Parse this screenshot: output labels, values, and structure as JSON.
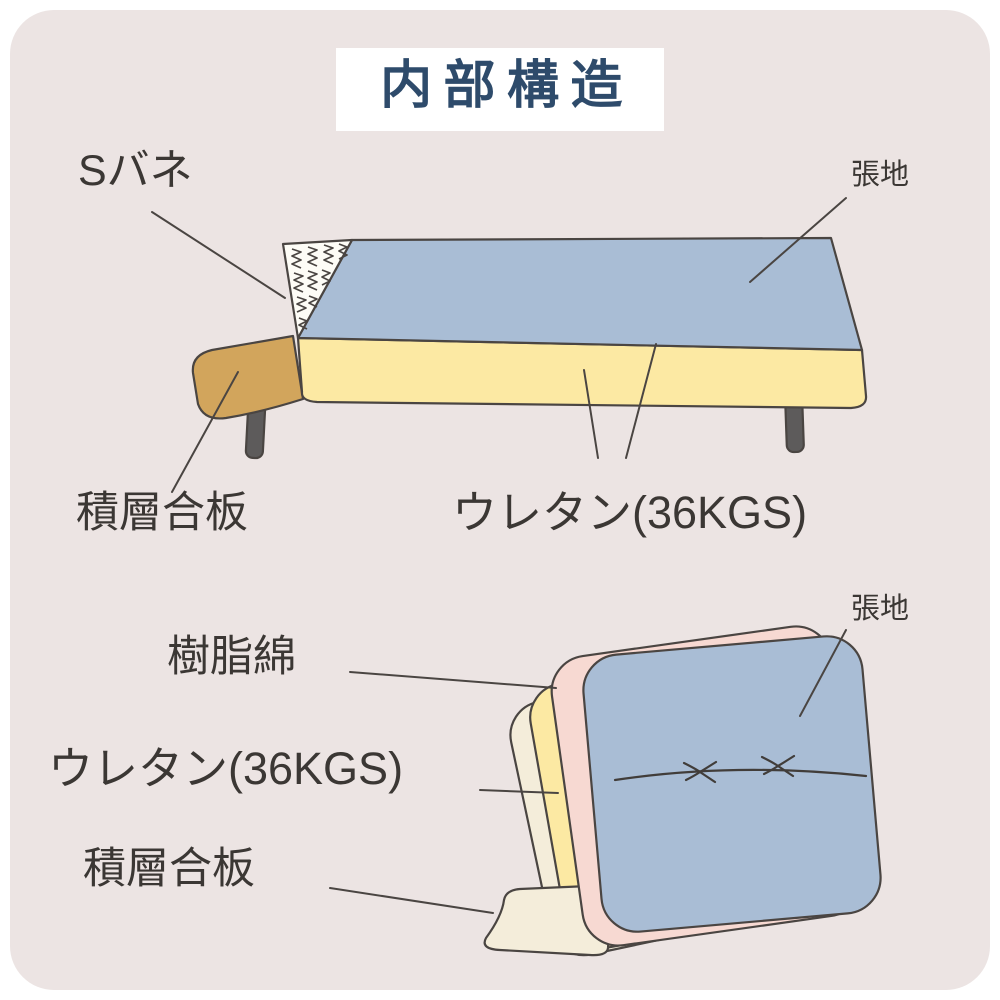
{
  "title": "内部構造",
  "colors": {
    "card_background": "#ece4e3",
    "title_text": "#2e4b6b",
    "title_band": "#ffffff",
    "label_text": "#3b3734",
    "outline": "#4a4542",
    "fabric_blue": "#a9bdd5",
    "urethane_yellow": "#fce9a3",
    "plywood_tan": "#d2a55c",
    "resin_pink": "#f7d9d2",
    "plywood_cream": "#f4edda",
    "spring_panel_white": "#fdfcf6",
    "leg_gray": "#5d5b5b"
  },
  "sofa_base": {
    "labels": {
      "spring": "Sバネ",
      "fabric": "張地",
      "plywood": "積層合板",
      "urethane": "ウレタン(36KGS)"
    }
  },
  "cushion": {
    "labels": {
      "fabric": "張地",
      "resin_cotton": "樹脂綿",
      "urethane": "ウレタン(36KGS)",
      "plywood": "積層合板"
    }
  }
}
